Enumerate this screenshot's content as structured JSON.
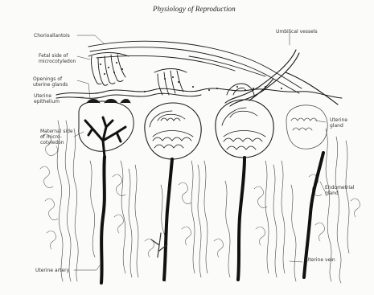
{
  "header": {
    "title": "Physiology of Reproduction"
  },
  "labels": {
    "chorioallantois": "Chorioallantois",
    "fetal_side": "Fetal side of microcotyledon",
    "openings": "Openings of uterine glands",
    "uterine_epithelium": "Uterine epithelium",
    "maternal_side": "Maternal side of micro-cotyledon",
    "umbilical_vessels": "Umbilical vessels",
    "uterine_gland": "Uterine gland",
    "endometrial_gland": "Endometrial gland",
    "uterine_vein": "Uterine vein",
    "uterine_artery": "Uterine artery"
  },
  "colors": {
    "ink": "#1a1a1a",
    "paper": "#fbfbfa",
    "label_ink": "#333333"
  }
}
